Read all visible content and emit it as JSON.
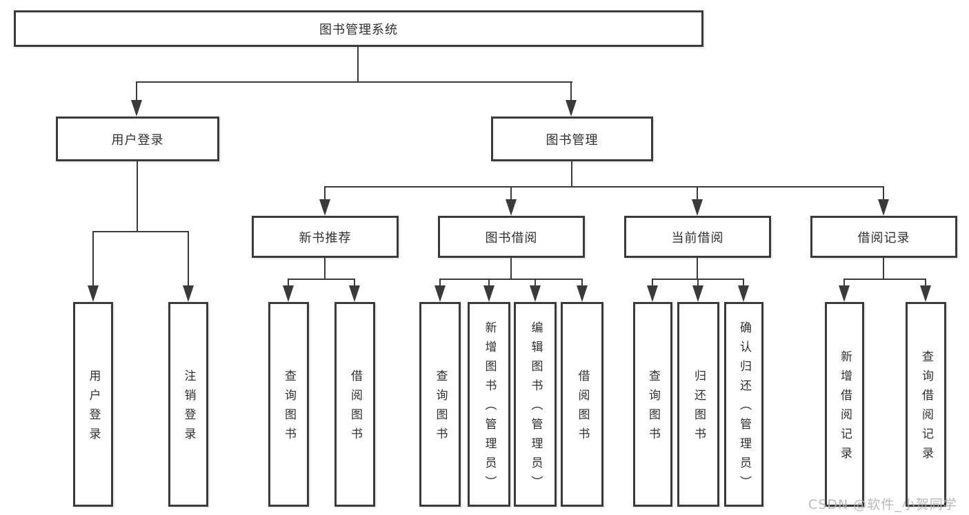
{
  "diagram": {
    "title": "图书管理系统",
    "colors": {
      "line": "#3a3a3a",
      "text": "#2f2f2f",
      "background": "#ffffff",
      "watermark": "#b2b2b6"
    },
    "watermark": {
      "text": "CSDN @软件_小贺同学"
    },
    "tree": {
      "root": {
        "label": "图书管理系统"
      },
      "branches": [
        {
          "label": "用户登录",
          "children": [
            "用户登录",
            "注销登录"
          ]
        },
        {
          "label": "图书管理",
          "groups": [
            {
              "label": "新书推荐",
              "children": [
                "查询图书",
                "借阅图书"
              ]
            },
            {
              "label": "图书借阅",
              "children": [
                "查询图书",
                "新增图书（管理员）",
                "编辑图书（管理员）",
                "借阅图书"
              ]
            },
            {
              "label": "当前借阅",
              "children": [
                "查询图书",
                "归还图书",
                "确认归还（管理员）"
              ]
            },
            {
              "label": "借阅记录",
              "children": [
                "新增借阅记录",
                "查询借阅记录"
              ]
            }
          ]
        }
      ]
    }
  }
}
